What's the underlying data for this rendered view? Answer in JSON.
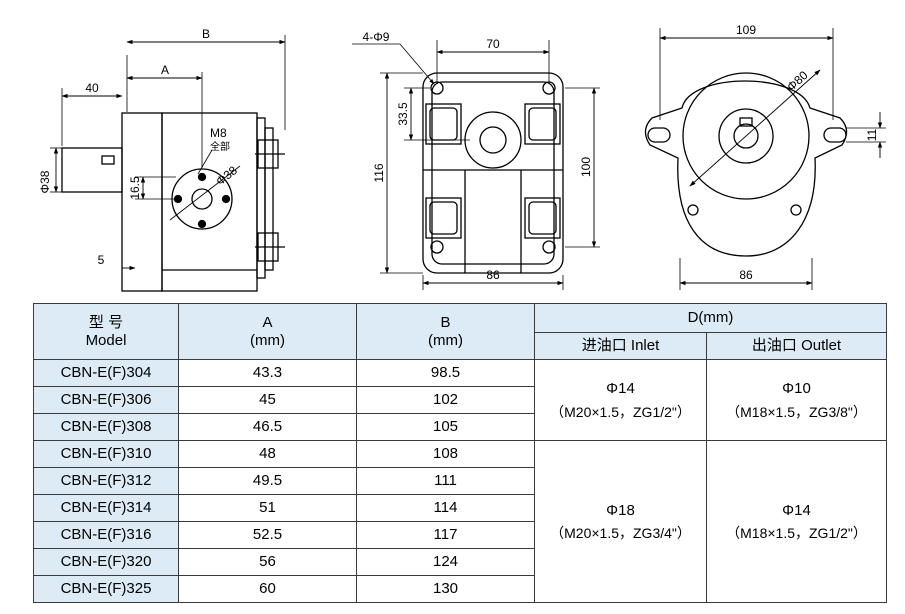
{
  "drawing": {
    "side_view": {
      "labels": {
        "B": "B",
        "A": "A",
        "dim_40": "40",
        "m8": "M8",
        "m8_note": "全部",
        "phi38_flange": "Φ38",
        "phi38_shaft": "Φ38",
        "dim_16_5": "16.5",
        "dim_5": "5"
      }
    },
    "front_view": {
      "labels": {
        "holes": "4-Φ9",
        "dim_70": "70",
        "dim_33_5": "33.5",
        "dim_116": "116",
        "dim_100": "100",
        "dim_86": "86"
      }
    },
    "back_view": {
      "labels": {
        "dim_109": "109",
        "phi80": "Φ80",
        "dim_11": "11",
        "dim_86": "86"
      }
    }
  },
  "table": {
    "headers": {
      "model_cn": "型 号",
      "model_en": "Model",
      "a_name": "A",
      "a_unit": "(mm)",
      "b_name": "B",
      "b_unit": "(mm)",
      "d": "D(mm)",
      "inlet": "进油口 Inlet",
      "outlet": "出油口 Outlet"
    },
    "rows": [
      {
        "model": "CBN-E(F)304",
        "a": "43.3",
        "b": "98.5"
      },
      {
        "model": "CBN-E(F)306",
        "a": "45",
        "b": "102"
      },
      {
        "model": "CBN-E(F)308",
        "a": "46.5",
        "b": "105"
      },
      {
        "model": "CBN-E(F)310",
        "a": "48",
        "b": "108"
      },
      {
        "model": "CBN-E(F)312",
        "a": "49.5",
        "b": "111"
      },
      {
        "model": "CBN-E(F)314",
        "a": "51",
        "b": "114"
      },
      {
        "model": "CBN-E(F)316",
        "a": "52.5",
        "b": "117"
      },
      {
        "model": "CBN-E(F)320",
        "a": "56",
        "b": "124"
      },
      {
        "model": "CBN-E(F)325",
        "a": "60",
        "b": "130"
      }
    ],
    "ports": [
      {
        "inlet_size": "Φ14",
        "inlet_thread": "（M20×1.5，ZG1/2\"）",
        "outlet_size": "Φ10",
        "outlet_thread": "（M18×1.5，ZG3/8\"）"
      },
      {
        "inlet_size": "Φ18",
        "inlet_thread": "（M20×1.5，ZG3/4\"）",
        "outlet_size": "Φ14",
        "outlet_thread": "（M18×1.5，ZG1/2\"）"
      }
    ]
  }
}
